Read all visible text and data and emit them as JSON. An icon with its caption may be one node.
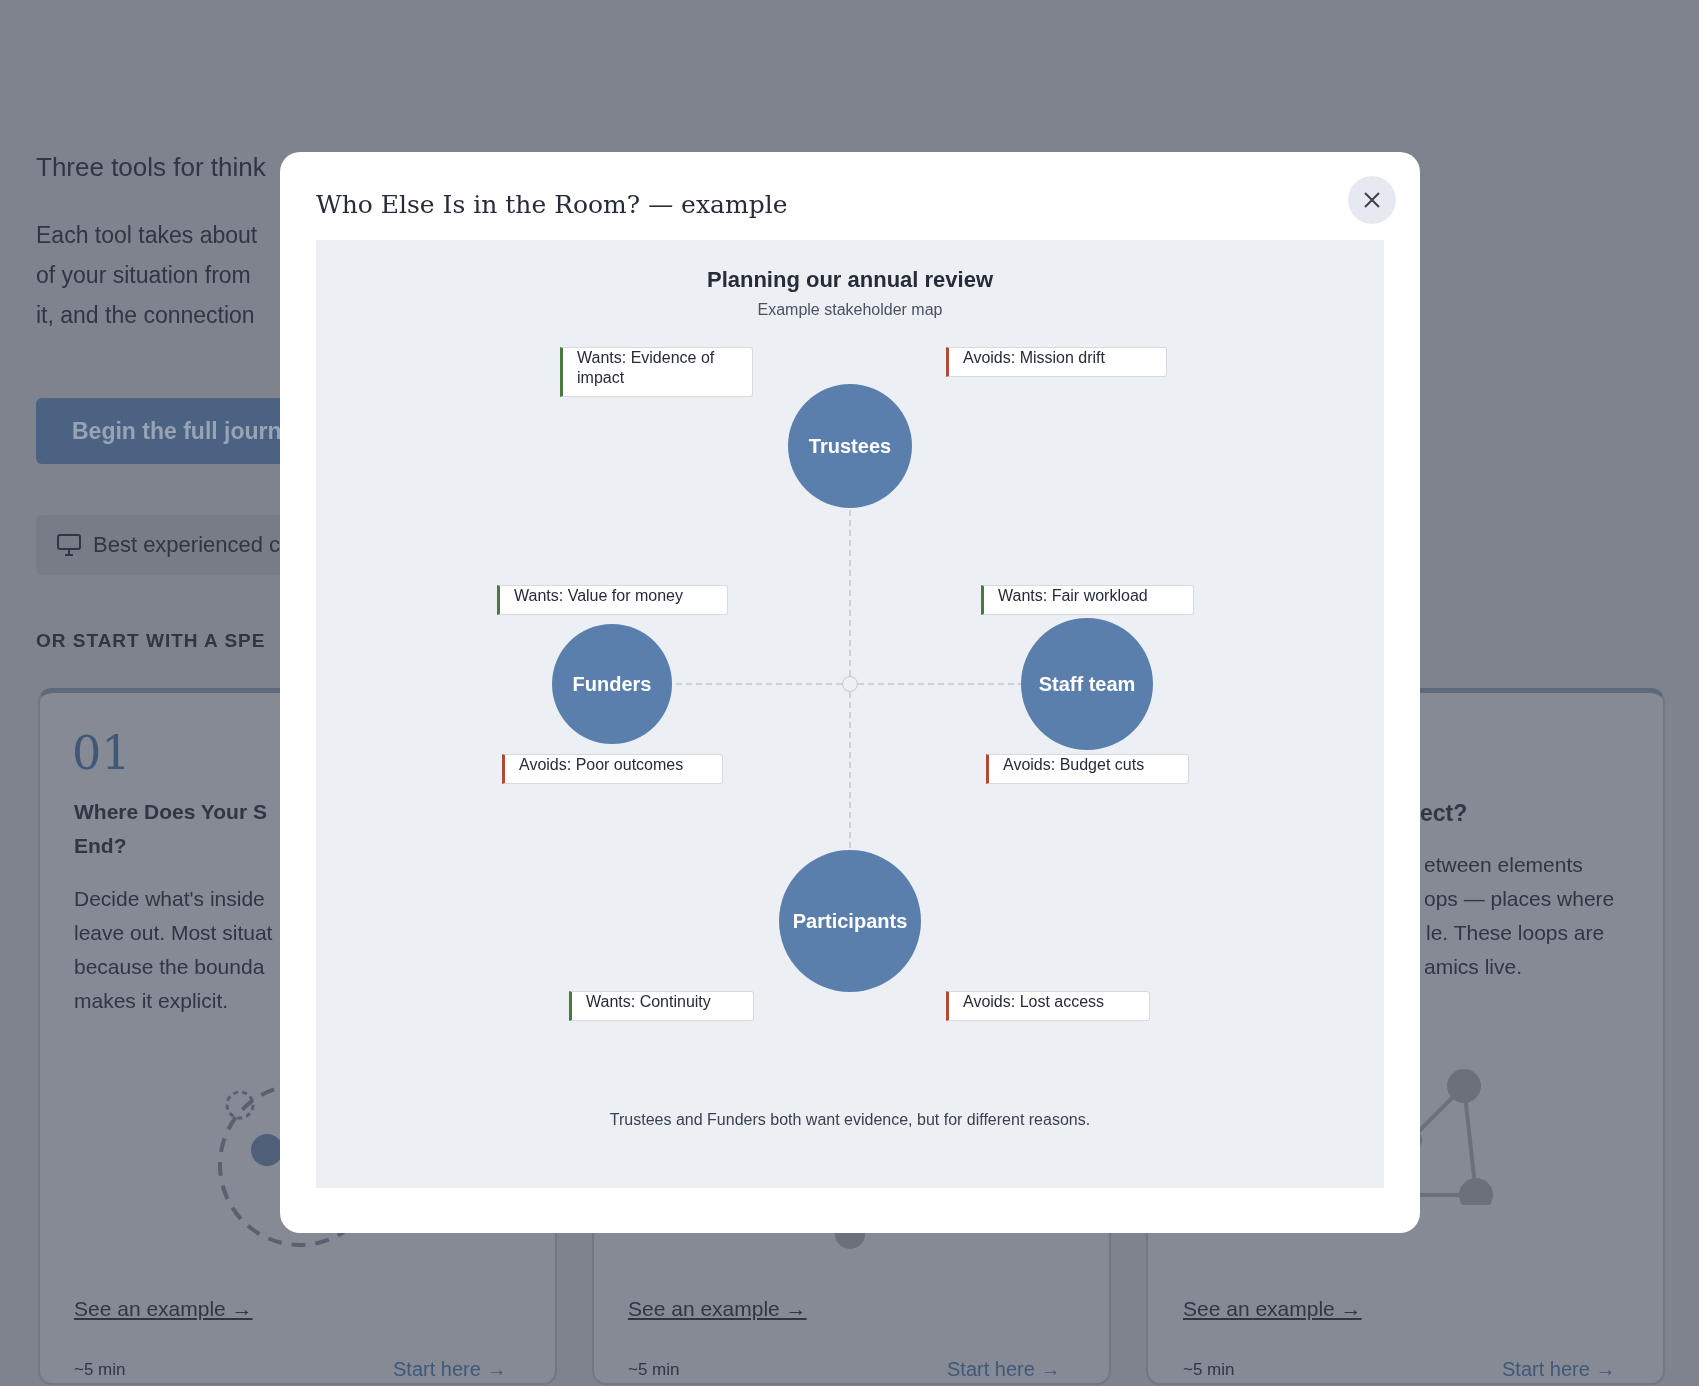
{
  "diagram": {
    "title": "Planning our annual review",
    "caption": "Trustees and Funders both want evidence, but for different reasons.",
    "nodes": [
      {
        "text": [
          "Wants: Evidence of impact"
        ]
      },
      {
        "text": [
          "Avoids: Mission drift"
        ]
      },
      {
        "text": [
          "Trustees"
        ]
      },
      {
        "text": [
          "Wants: Value for money"
        ]
      },
      {
        "text": [
          "Wants: Fair workload"
        ]
      },
      {
        "text": [
          "Funders"
        ]
      },
      {
        "text": [],
        "shape": "circle"
      },
      {
        "text": [
          "Staff team"
        ]
      },
      {
        "text": [
          "Avoids: Poor outcomes"
        ]
      },
      {
        "text": [
          "Avoids: Budget cuts"
        ]
      },
      {
        "text": [
          "Participants"
        ]
      },
      {
        "text": [
          "Wants: Continuity"
        ]
      },
      {
        "text": [
          "Avoids: Lost access"
        ]
      }
    ],
    "edges": [
      {
        "from": 6,
        "to": 2,
        "arrow": "none",
        "style": "dashed"
      },
      {
        "from": 6,
        "to": 5,
        "arrow": "none",
        "style": "dashed"
      },
      {
        "from": 6,
        "to": 7,
        "arrow": "none",
        "style": "dashed"
      },
      {
        "from": 6,
        "to": 10,
        "arrow": "none",
        "style": "dashed"
      }
    ],
    "labels": [
      "Three tools for think",
      "Each tool takes about",
      "of your situation from",
      "it, and the connection",
      "Begin the full journ",
      "Best experienced c",
      "OR START WITH A SPE",
      "01",
      "Where Does Your S",
      "End?",
      "Decide what's inside",
      "leave out. Most situat",
      "because the bounda",
      "makes it explicit.",
      "See an example →",
      "~5 min",
      "Start here →",
      "See an example →",
      "~5 min",
      "Start here →",
      "ect?",
      "etween elements",
      "ops — places where",
      "le. These loops are",
      "amics live.",
      "See an example →",
      "~5 min",
      "Start here →",
      "Who Else Is in the Room? — example",
      "Example stakeholder map"
    ]
  }
}
